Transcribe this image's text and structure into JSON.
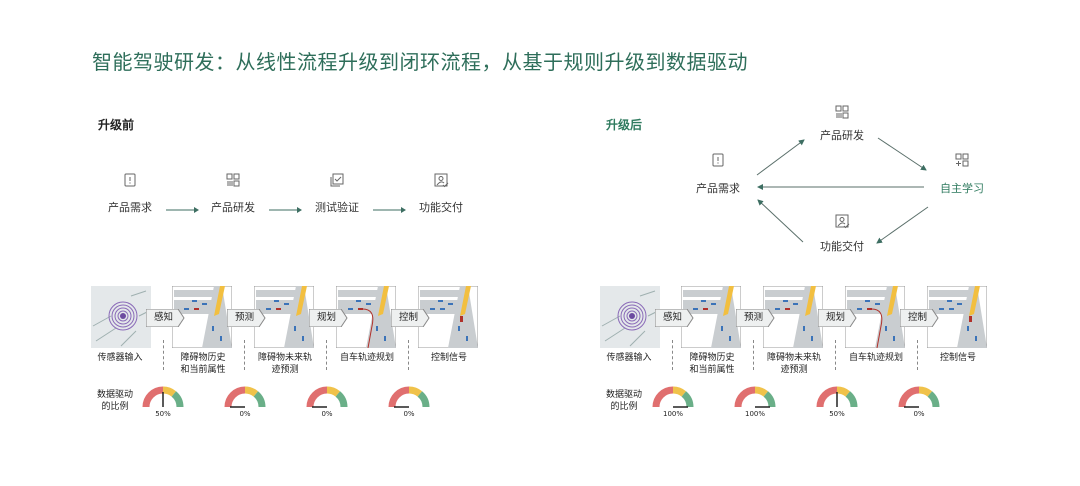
{
  "title": "智能驾驶研发：从线性流程升级到闭环流程，从基于规则升级到数据驱动",
  "before": {
    "label": "升级前",
    "flow": [
      {
        "label": "产品需求",
        "icon": "clipboard-alert-icon"
      },
      {
        "label": "产品研发",
        "icon": "grid-apps-icon"
      },
      {
        "label": "测试验证",
        "icon": "checkbox-stack-icon"
      },
      {
        "label": "功能交付",
        "icon": "user-check-icon"
      }
    ],
    "pipeline": {
      "stages": [
        "感知",
        "预测",
        "规划",
        "控制"
      ],
      "outputs": [
        [
          "传感器输入"
        ],
        [
          "障碍物历史",
          "和当前属性"
        ],
        [
          "障碍物未来轨",
          "迹预测"
        ],
        [
          "自车轨迹规划"
        ],
        [
          "控制信号"
        ]
      ],
      "ratio_label": [
        "数据驱动",
        "的比例"
      ],
      "gauges": [
        {
          "value": 50,
          "label": "50%"
        },
        {
          "value": 0,
          "label": "0%"
        },
        {
          "value": 0,
          "label": "0%"
        },
        {
          "value": 0,
          "label": "0%"
        }
      ]
    }
  },
  "after": {
    "label": "升级后",
    "nodes": {
      "demand": "产品需求",
      "rnd": "产品研发",
      "learning": "自主学习",
      "delivery": "功能交付"
    },
    "pipeline": {
      "stages": [
        "感知",
        "预测",
        "规划",
        "控制"
      ],
      "outputs": [
        [
          "传感器输入"
        ],
        [
          "障碍物历史",
          "和当前属性"
        ],
        [
          "障碍物未来轨",
          "迹预测"
        ],
        [
          "自车轨迹规划"
        ],
        [
          "控制信号"
        ]
      ],
      "ratio_label": [
        "数据驱动",
        "的比例"
      ],
      "gauges": [
        {
          "value": 100,
          "label": "100%"
        },
        {
          "value": 100,
          "label": "100%"
        },
        {
          "value": 50,
          "label": "50%"
        },
        {
          "value": 0,
          "label": "0%"
        }
      ]
    }
  },
  "colors": {
    "accent": "#2e7a5e",
    "red": "#e06f6f",
    "yellow": "#f0c24a",
    "green": "#6aaf88"
  }
}
